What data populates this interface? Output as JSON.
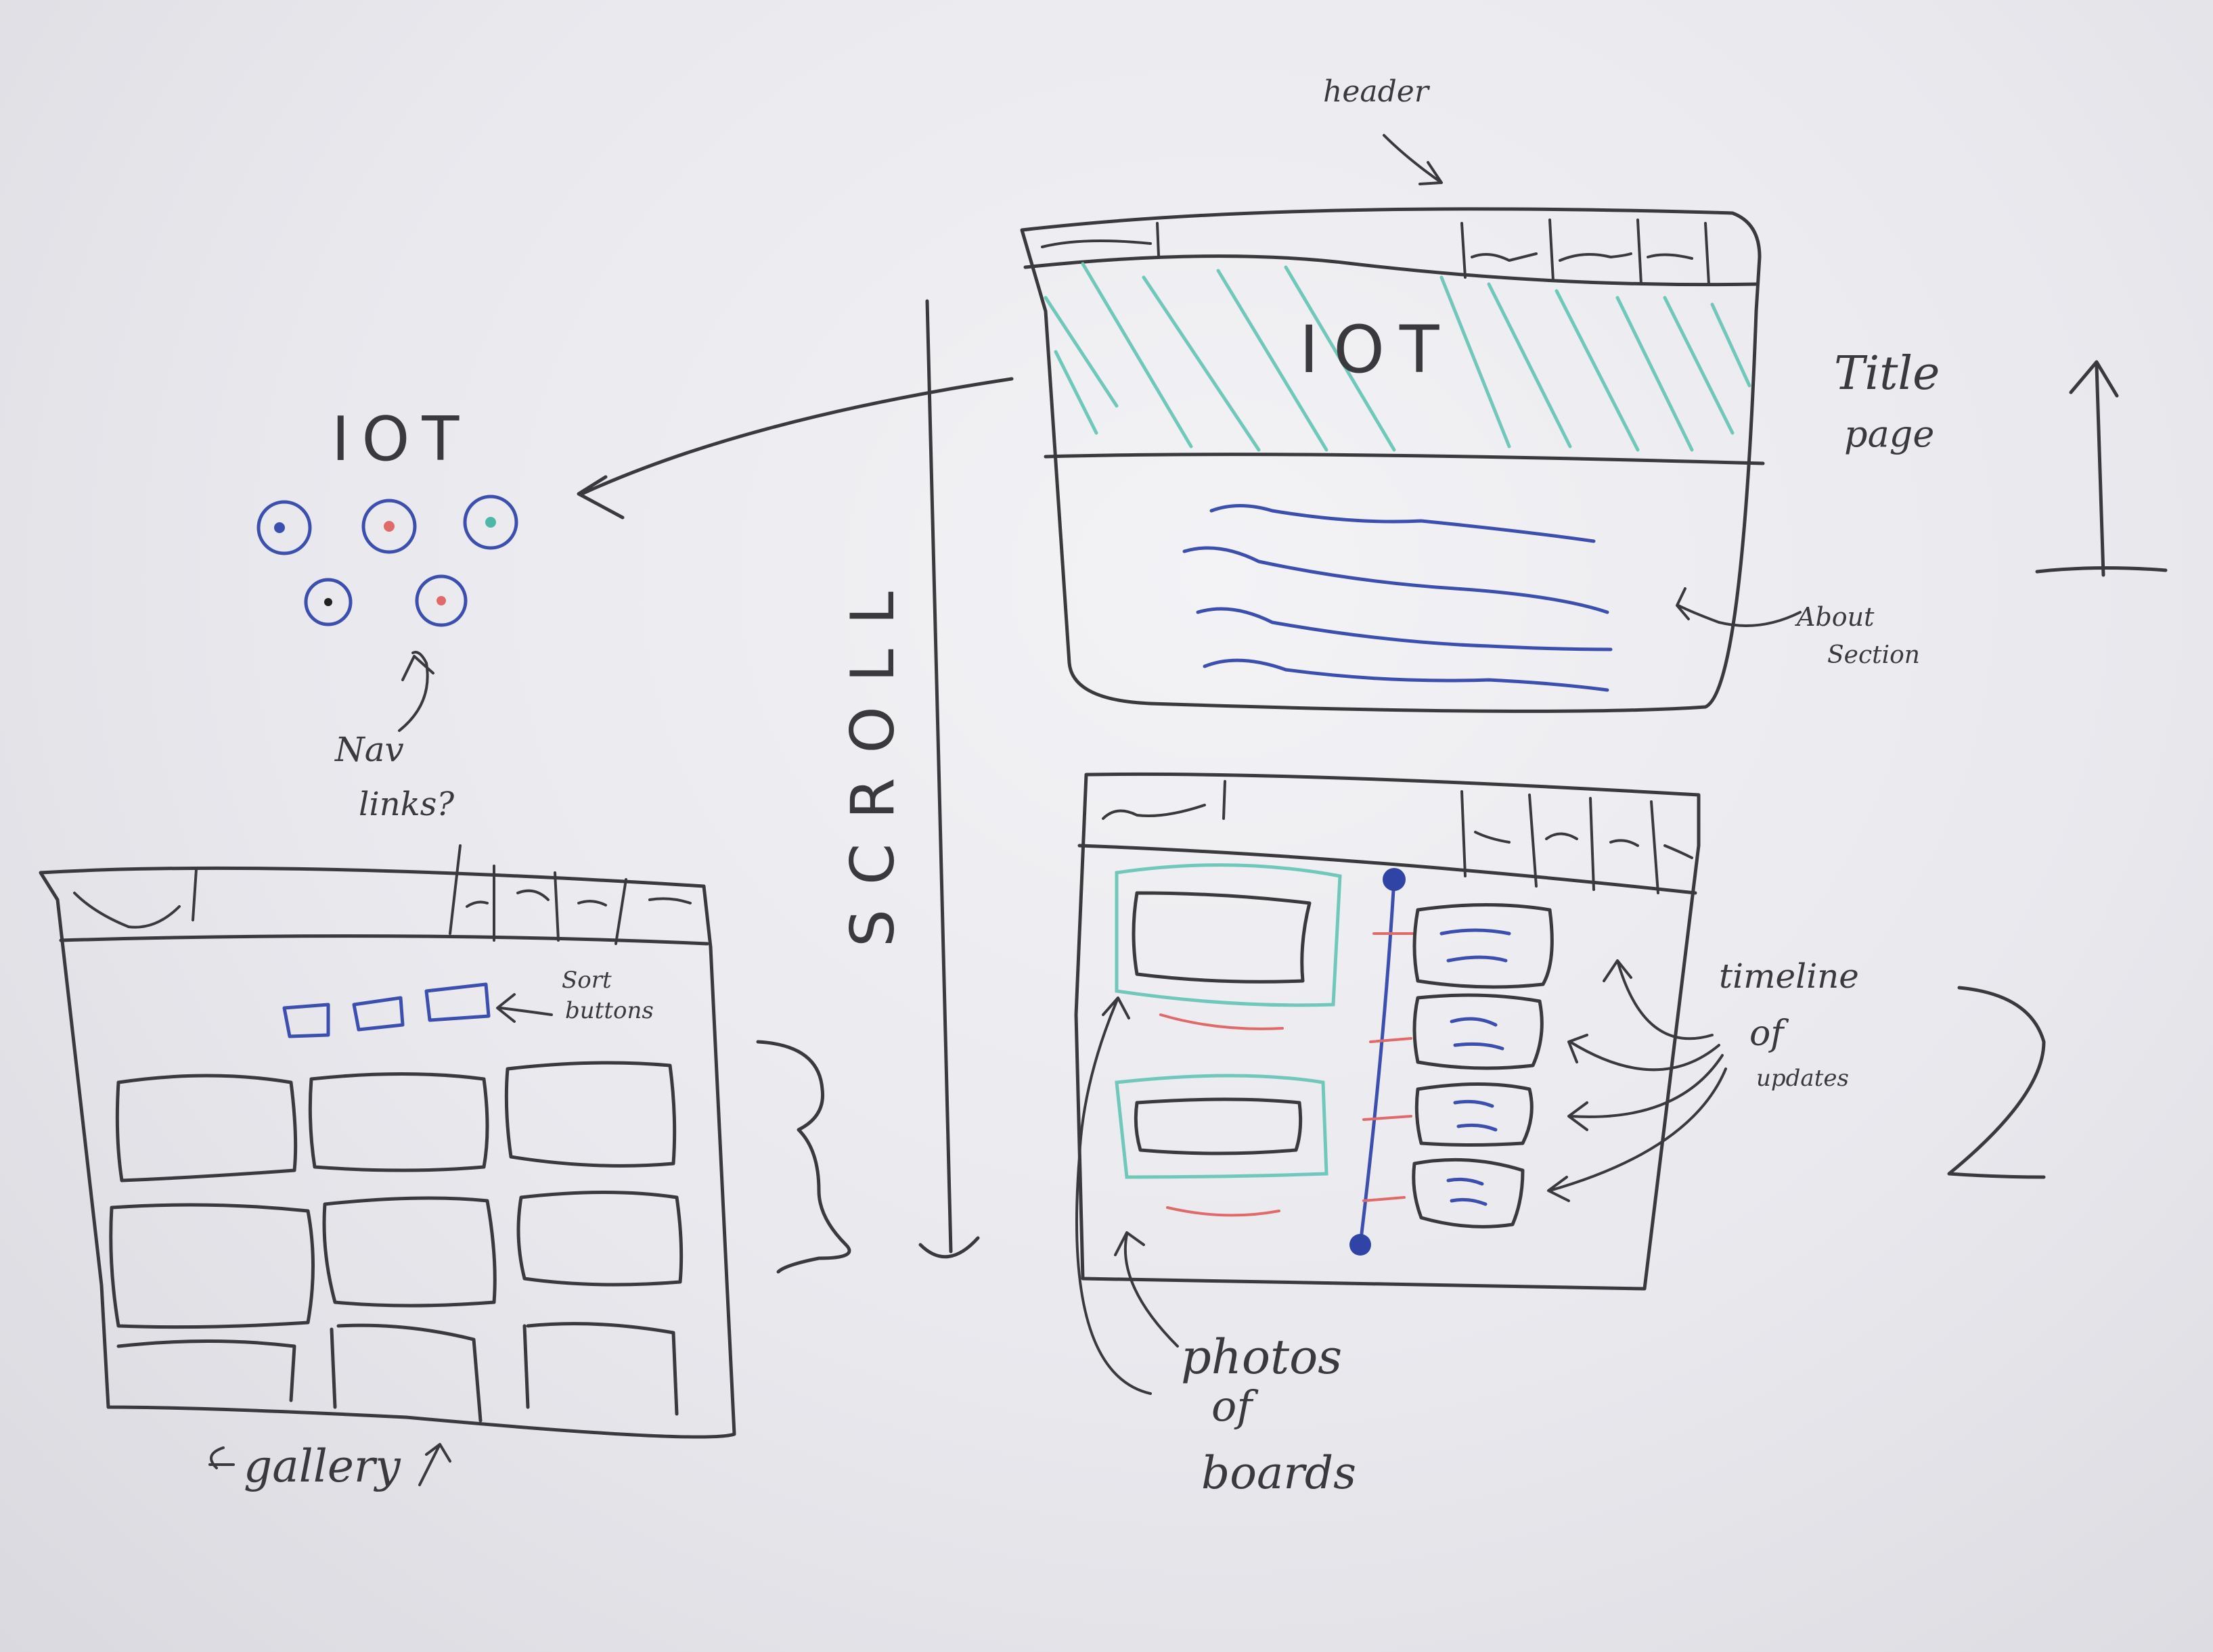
{
  "labels": {
    "header": "header",
    "title_iot": "IOT",
    "title_page_line1": "Title",
    "title_page_line2": "page",
    "step_1": "1",
    "about_line1": "About",
    "about_line2": "Section",
    "nav_title": "IOT",
    "nav_line1": "Nav",
    "nav_line2": "links?",
    "scroll": "SCROLL",
    "sort_line1": "Sort",
    "sort_line2": "buttons",
    "gallery": "gallery",
    "step_3": "3.",
    "timeline_line1": "timeline",
    "timeline_line2": "of",
    "timeline_line3": "updates",
    "photos_line1": "photos",
    "photos_line2": "of",
    "photos_line3": "boards",
    "step_2": "2."
  },
  "colors": {
    "ink": "#3a3a3e",
    "teal": "#6fc8b9",
    "blue": "#3c4fae",
    "red": "#e06a6a"
  }
}
